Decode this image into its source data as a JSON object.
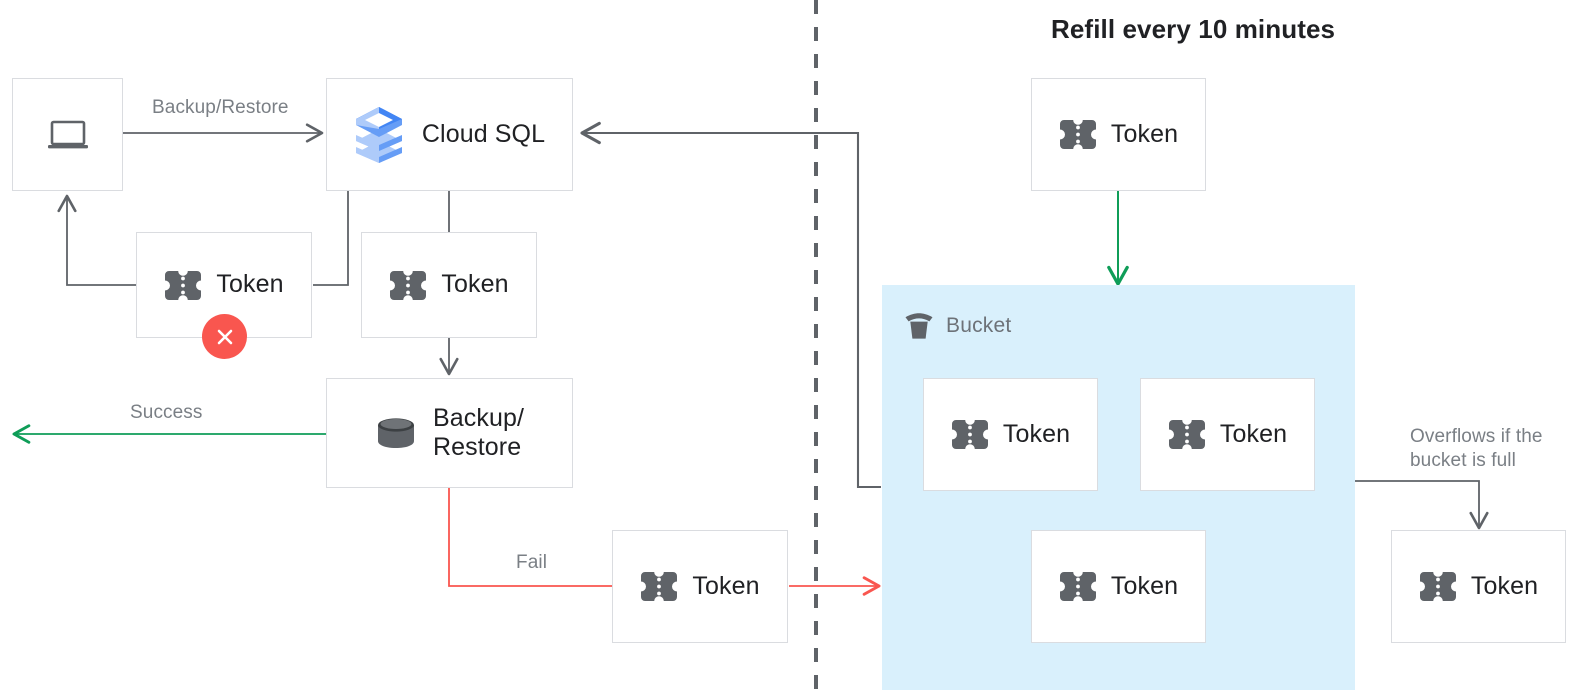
{
  "title": "Refill every 10 minutes",
  "colors": {
    "box_border": "#dadce0",
    "wire_gray": "#5f6368",
    "wire_green": "#0f9d58",
    "wire_red": "#f9564f",
    "bucket_fill": "#d9f0fc",
    "error_badge": "#f9564f",
    "caption_text": "#7a7f85",
    "node_text": "#202124",
    "cloudsql_blue_dark": "#4285f4",
    "cloudsql_blue_mid": "#669df6",
    "cloudsql_blue_light": "#aecbfa"
  },
  "left_section": {
    "client_node": {
      "icon": "laptop-icon"
    },
    "cloud_sql_node": {
      "label": "Cloud SQL",
      "icon": "cloud-sql-icon"
    },
    "failed_token_node": {
      "label": "Token",
      "icon": "token-icon",
      "badge": "error-x-icon"
    },
    "request_token_node": {
      "label": "Token",
      "icon": "token-icon"
    },
    "backup_restore_node": {
      "label": "Backup/\nRestore",
      "icon": "database-icon"
    },
    "fail_token_node": {
      "label": "Token",
      "icon": "token-icon"
    },
    "edge_labels": {
      "backup_restore": "Backup/Restore",
      "success": "Success",
      "fail": "Fail"
    }
  },
  "right_section": {
    "refill_token_node": {
      "label": "Token",
      "icon": "token-icon"
    },
    "bucket": {
      "label": "Bucket",
      "icon": "bucket-icon",
      "tokens": [
        {
          "label": "Token",
          "icon": "token-icon"
        },
        {
          "label": "Token",
          "icon": "token-icon"
        },
        {
          "label": "Token",
          "icon": "token-icon"
        }
      ]
    },
    "overflow_caption": "Overflows if the\nbucket is full",
    "overflow_token_node": {
      "label": "Token",
      "icon": "token-icon"
    }
  }
}
